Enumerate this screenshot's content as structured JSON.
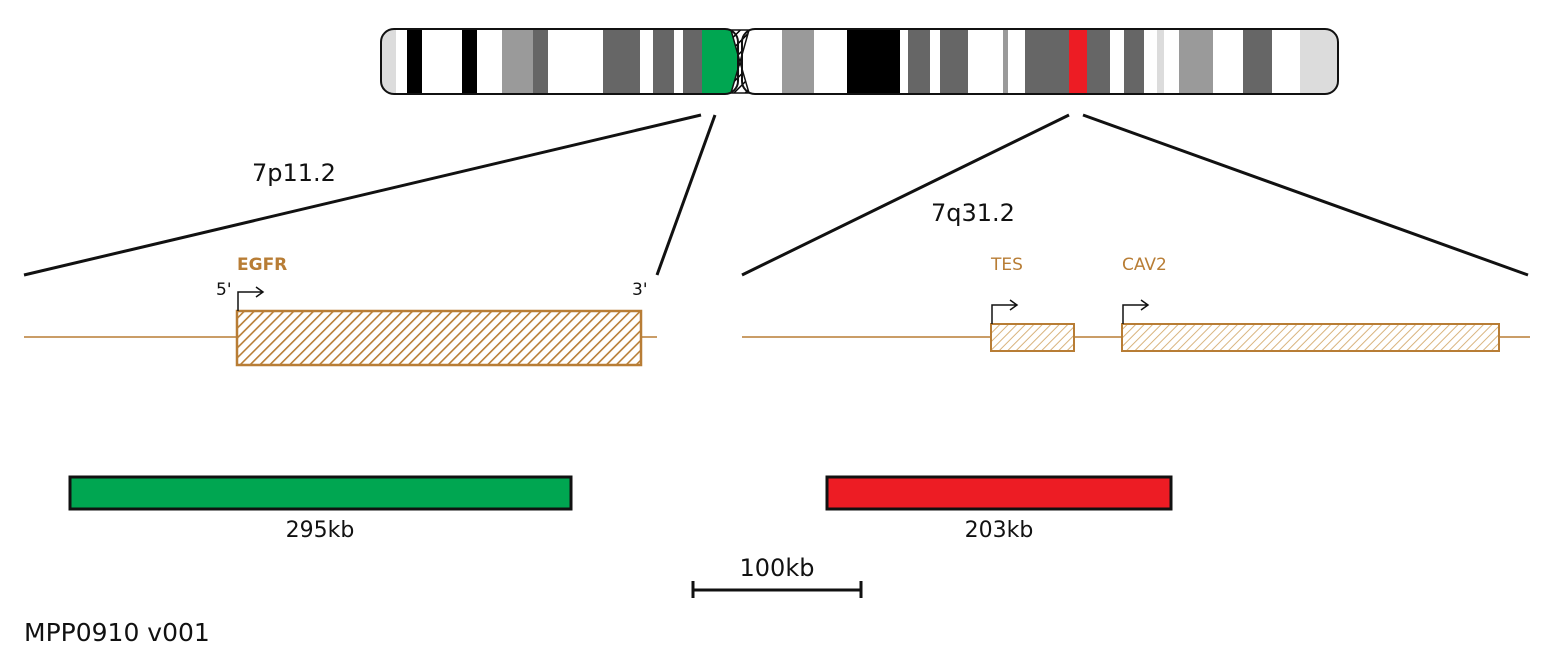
{
  "colors": {
    "gene": "#b87d35",
    "probe_green": "#00a651",
    "probe_red": "#ed1c24",
    "outline": "#111111"
  },
  "chromosome": {
    "p_arm_bands": [
      "#dcdcdc",
      "#ffffff",
      "#000000",
      "#ffffff",
      "#000000",
      "#ffffff",
      "#9a9a9a",
      "#666666",
      "#ffffff",
      "#666666",
      "#ffffff",
      "#666666",
      "#ffffff",
      "#666666",
      "#00a651"
    ],
    "q_arm_bands": [
      "#ffffff",
      "#9a9a9a",
      "#ffffff",
      "#000000",
      "#ffffff",
      "#666666",
      "#ffffff",
      "#666666",
      "#ffffff",
      "#9a9a9a",
      "#ffffff",
      "#666666",
      "#ed1c24",
      "#666666",
      "#ffffff",
      "#666666",
      "#ffffff",
      "#dcdcdc",
      "#ffffff",
      "#9a9a9a",
      "#ffffff",
      "#666666",
      "#ffffff",
      "#dcdcdc"
    ]
  },
  "regions": {
    "left_band": "7p11.2",
    "right_band": "7q31.2"
  },
  "genes": {
    "egfr": "EGFR",
    "tes": "TES",
    "cav2": "CAV2"
  },
  "ends": {
    "five_prime": "5'",
    "three_prime": "3'"
  },
  "probes": {
    "green_size": "295kb",
    "red_size": "203kb"
  },
  "scale_bar": "100kb",
  "product_id": "MPP0910 v001"
}
